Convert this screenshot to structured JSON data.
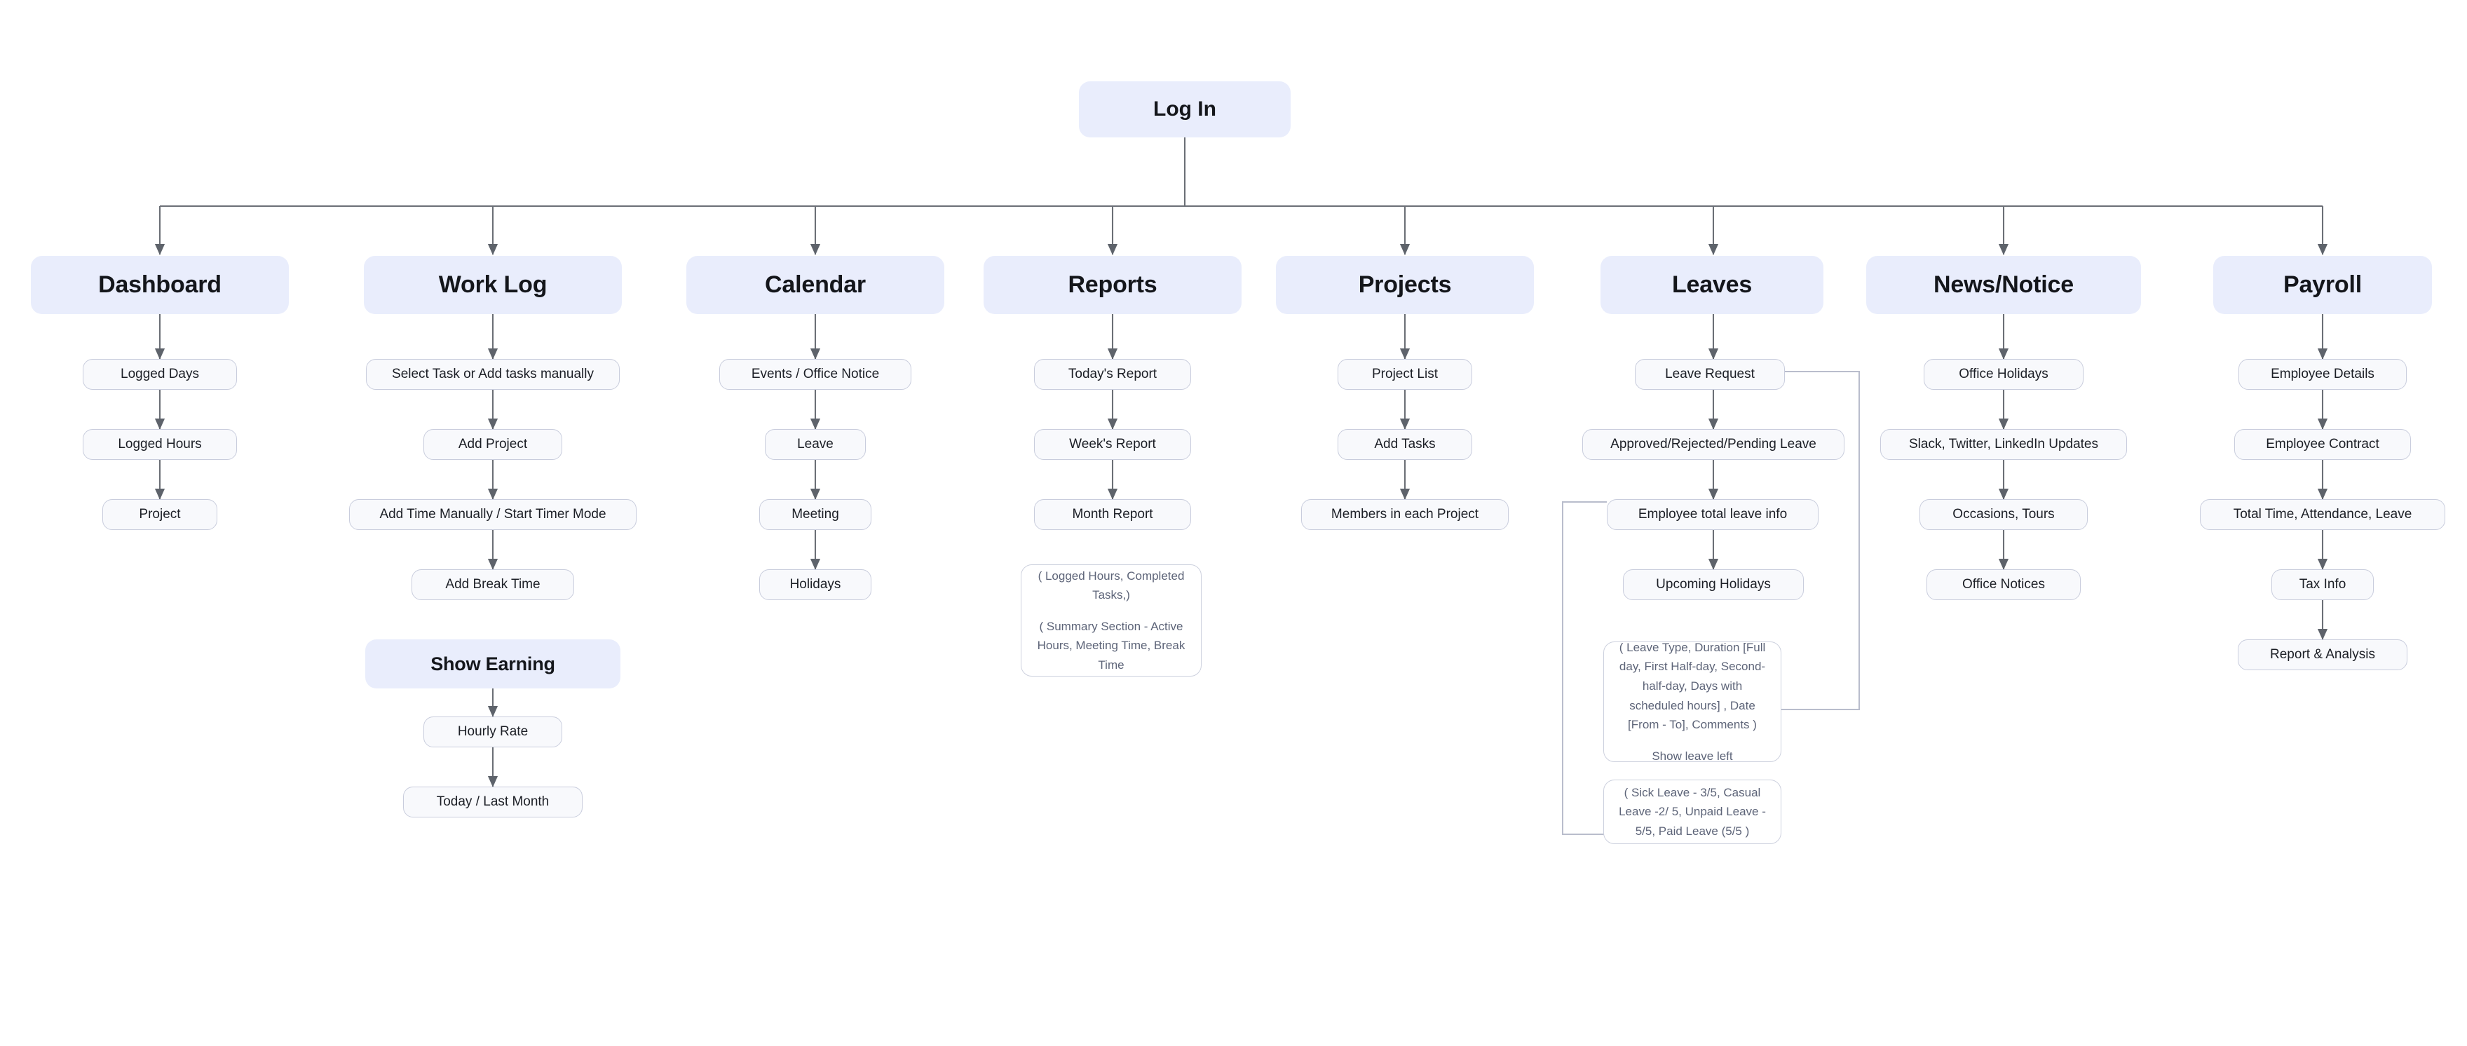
{
  "diagram": {
    "title": "Log In",
    "root": {
      "label": "Log In"
    },
    "colors": {
      "header_fill": "#e9edfc",
      "step_fill": "#f8f9fc",
      "step_border": "#c9cddd",
      "note_text": "#5d6478",
      "connector": "#6b6f76",
      "background": "#ffffff"
    },
    "columns": [
      {
        "id": "dashboard",
        "header": "Dashboard",
        "steps": [
          "Logged Days",
          "Logged Hours",
          "Project"
        ]
      },
      {
        "id": "work-log",
        "header": "Work Log",
        "steps": [
          "Select Task or Add tasks manually",
          "Add Project",
          "Add Time Manually / Start Timer Mode",
          "Add Break Time"
        ],
        "sub_header": "Show Earning",
        "sub_steps": [
          "Hourly Rate",
          "Today / Last Month"
        ]
      },
      {
        "id": "calendar",
        "header": "Calendar",
        "steps": [
          "Events / Office Notice",
          "Leave",
          "Meeting",
          "Holidays"
        ]
      },
      {
        "id": "reports",
        "header": "Reports",
        "steps": [
          "Today's Report",
          "Week's Report",
          "Month Report"
        ],
        "note": {
          "lines": [
            "( Logged Hours, Completed Tasks,)",
            "( Summary Section - Active Hours, Meeting Time, Break Time"
          ]
        }
      },
      {
        "id": "projects",
        "header": "Projects",
        "steps": [
          "Project List",
          "Add Tasks",
          "Members in each Project"
        ]
      },
      {
        "id": "leaves",
        "header": "Leaves",
        "steps": [
          "Leave Request",
          "Approved/Rejected/Pending Leave",
          "Employee total leave info",
          "Upcoming Holidays"
        ],
        "note_request": {
          "lines": [
            "( Leave Type, Duration [Full day, First Half-day, Second-half-day, Days with scheduled hours] , Date [From - To], Comments )",
            "Show leave left"
          ]
        },
        "note_balance": {
          "lines": [
            "( Sick Leave - 3/5, Casual Leave -2/ 5, Unpaid Leave - 5/5, Paid Leave (5/5 )"
          ]
        }
      },
      {
        "id": "news-notice",
        "header": "News/Notice",
        "steps": [
          "Office Holidays",
          "Slack, Twitter, LinkedIn Updates",
          "Occasions, Tours",
          "Office Notices"
        ]
      },
      {
        "id": "payroll",
        "header": "Payroll",
        "steps": [
          "Employee Details",
          "Employee Contract",
          "Total Time, Attendance, Leave",
          "Tax Info",
          "Report & Analysis"
        ]
      }
    ]
  }
}
